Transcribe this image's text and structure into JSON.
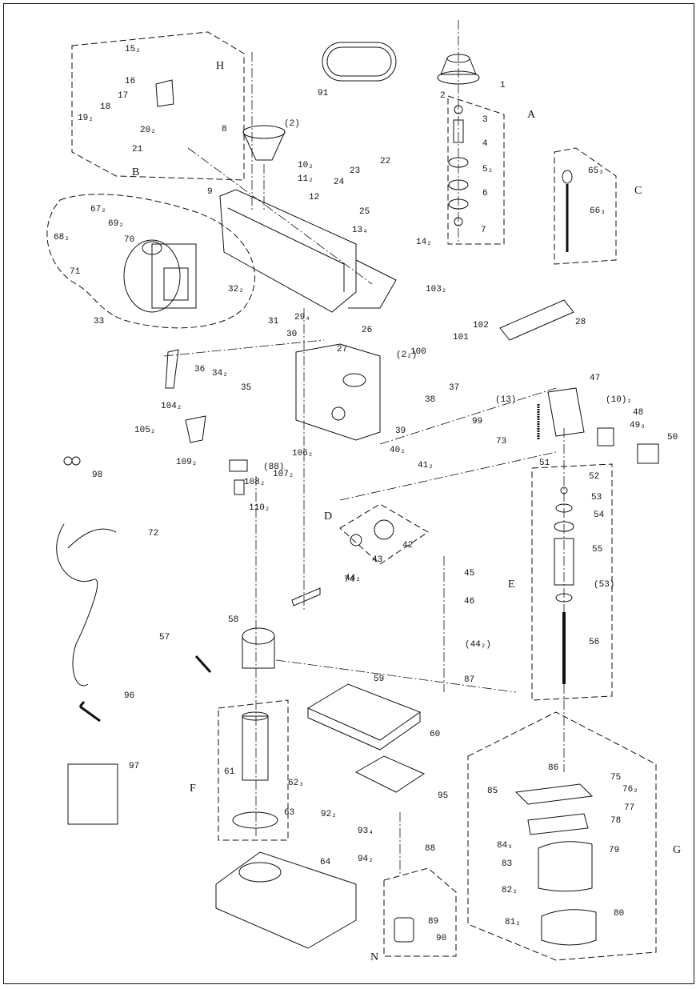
{
  "group_labels": [
    "A",
    "B",
    "C",
    "D",
    "E",
    "F",
    "G",
    "H",
    "N"
  ],
  "part_labels": [
    "1",
    "2",
    "3",
    "4",
    "5₂",
    "6",
    "7",
    "8",
    "(2)",
    "9",
    "10₂",
    "11₂",
    "12",
    "13₄",
    "14₂",
    "15₂",
    "16",
    "17",
    "18",
    "19₂",
    "20₂",
    "21",
    "22",
    "23",
    "24",
    "25",
    "26",
    "27",
    "(2₂)",
    "28",
    "29₄",
    "30",
    "31",
    "32₂",
    "33",
    "34₂",
    "35",
    "36",
    "37",
    "38",
    "(13)",
    "39",
    "40₂",
    "41₂",
    "42",
    "43",
    "44₂",
    "45",
    "46",
    "(44₂)",
    "47",
    "(10)₂",
    "48",
    "49₃",
    "50",
    "51",
    "52",
    "53",
    "54",
    "55",
    "(53)",
    "56",
    "57",
    "58",
    "59",
    "60",
    "61",
    "62₃",
    "63",
    "64",
    "65₃",
    "66₃",
    "67₂",
    "68₂",
    "69₂",
    "70",
    "71",
    "72",
    "73",
    "74",
    "75",
    "76₂",
    "77",
    "78",
    "79",
    "80",
    "81₂",
    "82₂",
    "83",
    "84₃",
    "85",
    "86",
    "87",
    "88",
    "(88)",
    "89",
    "90",
    "91",
    "92₂",
    "93₄",
    "94₂",
    "95",
    "96",
    "97",
    "98",
    "99",
    "100",
    "101",
    "102",
    "103₂",
    "104₂",
    "105₂",
    "106₂",
    "107₂",
    "108₂",
    "109₂",
    "110₂"
  ],
  "colors": {
    "ink": "#111111",
    "paper": "#ffffff"
  }
}
